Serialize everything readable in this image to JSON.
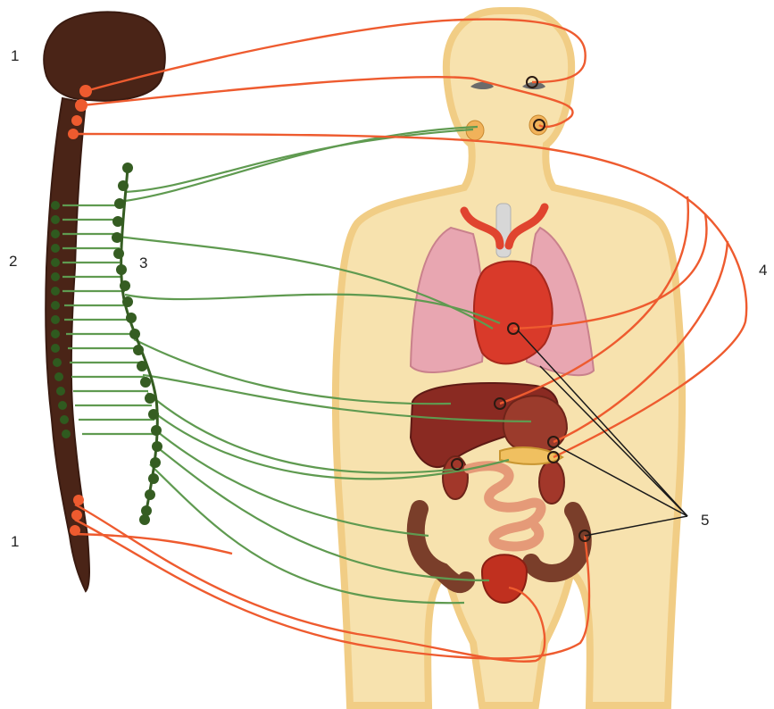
{
  "labels": {
    "brain_region": "1",
    "thoracolumbar_region": "2",
    "sympathetic_chain": "3",
    "parasympathetic_nerves": "4",
    "nerve_endings": "5",
    "sacral_region": "1"
  },
  "colors": {
    "sympathetic": "#5f9a50",
    "parasympathetic": "#ee5b2f",
    "cns": "#4a2417",
    "chain_ganglion": "#355d22",
    "body": "#f7dfa6",
    "lung": "#e8a6b1",
    "heart": "#d93a2a",
    "liver": "#8a2a22"
  }
}
